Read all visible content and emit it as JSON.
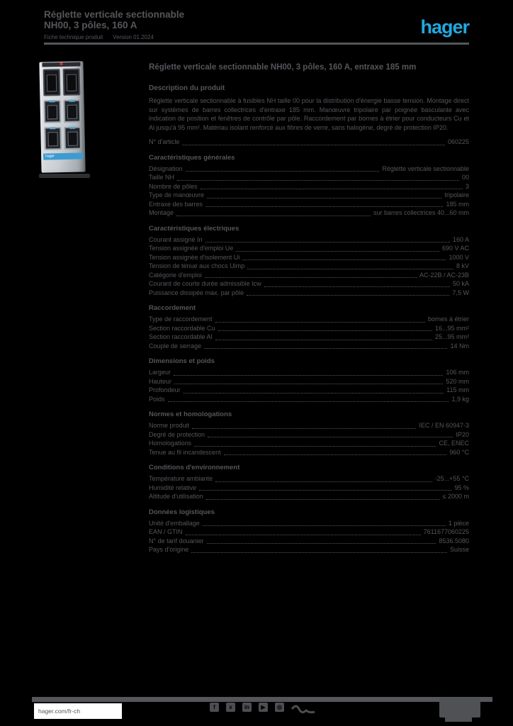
{
  "colors": {
    "background": "#000000",
    "text_gray": "#55565a",
    "logo_blue": "#1fa9e1",
    "photo_blue": "#3d9bd1",
    "footer_box": "#ffffff"
  },
  "header": {
    "title_line1": "Réglette verticale sectionnable",
    "title_line2": "NH00, 3 pôles, 160 A",
    "doc_type": "Fiche technique produit",
    "doc_version": "Version 01.2024",
    "logo_text": "hager"
  },
  "photo": {
    "label_text": "hager"
  },
  "main": {
    "product_title": "Réglette verticale sectionnable NH00, 3 pôles, 160 A, entraxe 185 mm",
    "description_heading": "Description du produit",
    "description": "Réglette verticale sectionnable à fusibles NH taille 00 pour la distribution d'énergie basse tension. Montage direct sur systèmes de barres collectrices d'entraxe 185 mm. Manœuvre tripolaire par poignée basculante avec indication de position et fenêtres de contrôle par pôle. Raccordement par bornes à étrier pour conducteurs Cu et Al jusqu'à 95 mm². Matériau isolant renforcé aux fibres de verre, sans halogène, degré de protection IP20.",
    "reference_row": {
      "label": "N° d'article",
      "value": "060225"
    },
    "sections": [
      {
        "heading": "Caractéristiques générales",
        "rows": [
          {
            "label": "Désignation",
            "value": "Réglette verticale sectionnable"
          },
          {
            "label": "Taille NH",
            "value": "00"
          },
          {
            "label": "Nombre de pôles",
            "value": "3"
          },
          {
            "label": "Type de manœuvre",
            "value": "tripolaire"
          },
          {
            "label": "Entraxe des barres",
            "value": "185 mm"
          },
          {
            "label": "Montage",
            "value": "sur barres collectrices 40...60 mm"
          }
        ]
      },
      {
        "heading": "Caractéristiques électriques",
        "rows": [
          {
            "label": "Courant assigné In",
            "value": "160 A"
          },
          {
            "label": "Tension assignée d'emploi Ue",
            "value": "690 V AC"
          },
          {
            "label": "Tension assignée d'isolement Ui",
            "value": "1000 V"
          },
          {
            "label": "Tension de tenue aux chocs Uimp",
            "value": "8 kV"
          },
          {
            "label": "Catégorie d'emploi",
            "value": "AC-22B / AC-23B"
          },
          {
            "label": "Courant de courte durée admissible Icw",
            "value": "50 kA"
          },
          {
            "label": "Puissance dissipée max. par pôle",
            "value": "7,5 W"
          }
        ]
      },
      {
        "heading": "Raccordement",
        "rows": [
          {
            "label": "Type de raccordement",
            "value": "bornes à étrier"
          },
          {
            "label": "Section raccordable Cu",
            "value": "16...95 mm²"
          },
          {
            "label": "Section raccordable Al",
            "value": "25...95 mm²"
          },
          {
            "label": "Couple de serrage",
            "value": "14 Nm"
          }
        ]
      },
      {
        "heading": "Dimensions et poids",
        "rows": [
          {
            "label": "Largeur",
            "value": "106 mm"
          },
          {
            "label": "Hauteur",
            "value": "520 mm"
          },
          {
            "label": "Profondeur",
            "value": "115 mm"
          },
          {
            "label": "Poids",
            "value": "1,9 kg"
          }
        ]
      },
      {
        "heading": "Normes et homologations",
        "rows": [
          {
            "label": "Norme produit",
            "value": "IEC / EN 60947-3"
          },
          {
            "label": "Degré de protection",
            "value": "IP20"
          },
          {
            "label": "Homologations",
            "value": "CE, ENEC"
          },
          {
            "label": "Tenue au fil incandescent",
            "value": "960 °C"
          }
        ]
      },
      {
        "heading": "Conditions d'environnement",
        "rows": [
          {
            "label": "Température ambiante",
            "value": "-25...+55 °C"
          },
          {
            "label": "Humidité relative",
            "value": "95 %"
          },
          {
            "label": "Altitude d'utilisation",
            "value": "≤ 2000 m"
          }
        ]
      },
      {
        "heading": "Données logistiques",
        "rows": [
          {
            "label": "Unité d'emballage",
            "value": "1 pièce"
          },
          {
            "label": "EAN / GTIN",
            "value": "7611677060225"
          },
          {
            "label": "N° de tarif douanier",
            "value": "8536.5080"
          },
          {
            "label": "Pays d'origine",
            "value": "Suisse"
          }
        ]
      }
    ]
  },
  "footer": {
    "website": "hager.com/fr-ch",
    "social_icons": [
      "facebook",
      "x-twitter",
      "linkedin",
      "youtube",
      "instagram"
    ]
  }
}
